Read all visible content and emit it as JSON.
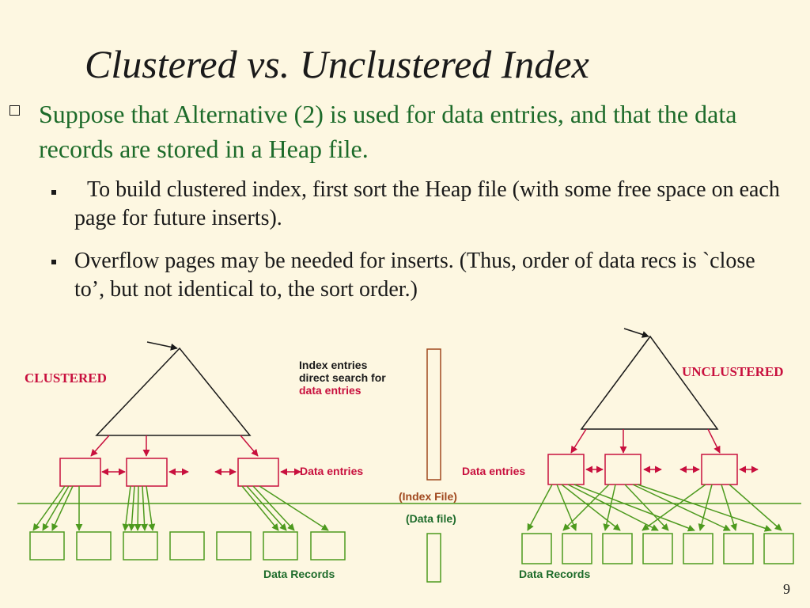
{
  "slide": {
    "title": "Clustered vs. Unclustered Index",
    "bullet_main": "Suppose that Alternative (2) is used for data entries, and that the data records are stored in a Heap file.",
    "sub_bullets": [
      "To build clustered index, first sort the Heap file (with some free space on each page for future inserts).",
      "Overflow pages may be needed for inserts.  (Thus, order of data recs is `close to’, but not identical to, the sort order.)"
    ],
    "page_number": "9"
  },
  "diagram": {
    "clustered_label": "CLUSTERED",
    "unclustered_label": "UNCLUSTERED",
    "index_entries_line1": "Index entries",
    "index_entries_line2": "direct search for",
    "index_entries_line3": "data entries",
    "data_entries_left": "Data entries",
    "data_entries_right": "Data entries",
    "index_file": "(Index File)",
    "data_file": "(Data file)",
    "data_records_left": "Data Records",
    "data_records_right": "Data Records"
  },
  "colors": {
    "background": "#fdf7e1",
    "green_text": "#1d6b2a",
    "red": "#c8103e",
    "green_lines": "#4d9a1e",
    "brown": "#a0481e"
  }
}
